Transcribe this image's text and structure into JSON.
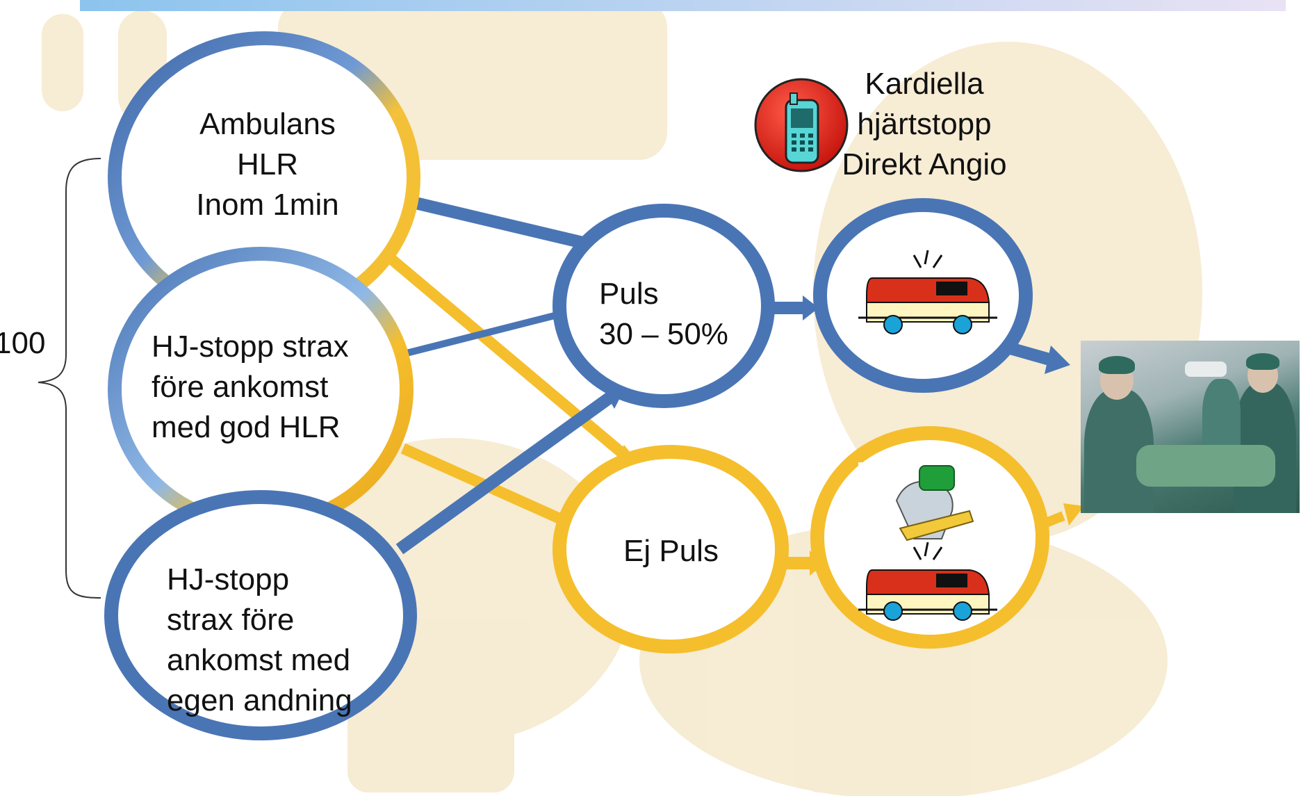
{
  "side_number": "100",
  "nodes": {
    "ambulans": {
      "lines": [
        "Ambulans",
        "HLR",
        "Inom 1min"
      ]
    },
    "hj_god_hlr": {
      "lines": [
        "HJ-stopp strax",
        "före ankomst",
        "med god HLR"
      ]
    },
    "hj_egen": {
      "lines": [
        "HJ-stopp",
        "strax före",
        "ankomst med",
        "egen andning"
      ]
    },
    "puls": {
      "lines": [
        "Puls",
        "30 – 50%"
      ]
    },
    "ej_puls": {
      "lines": [
        "Ej Puls"
      ]
    }
  },
  "callout": {
    "lines": [
      "Kardiella",
      "hjärtstopp",
      "Direkt Angio"
    ]
  },
  "icons": {
    "phone": "mobile-phone-icon",
    "ambulance": "ambulance-icon",
    "cpr_device": "cpr-device-icon",
    "photo": "angiography-photo"
  },
  "colors": {
    "blue": "#4a75b5",
    "yellow": "#f5be2c",
    "text": "#111111",
    "ambulance_red": "#d8301a",
    "ambulance_body": "#fff5c0",
    "wheel": "#1aa3d9",
    "background_tint": "#f0dcb0"
  }
}
